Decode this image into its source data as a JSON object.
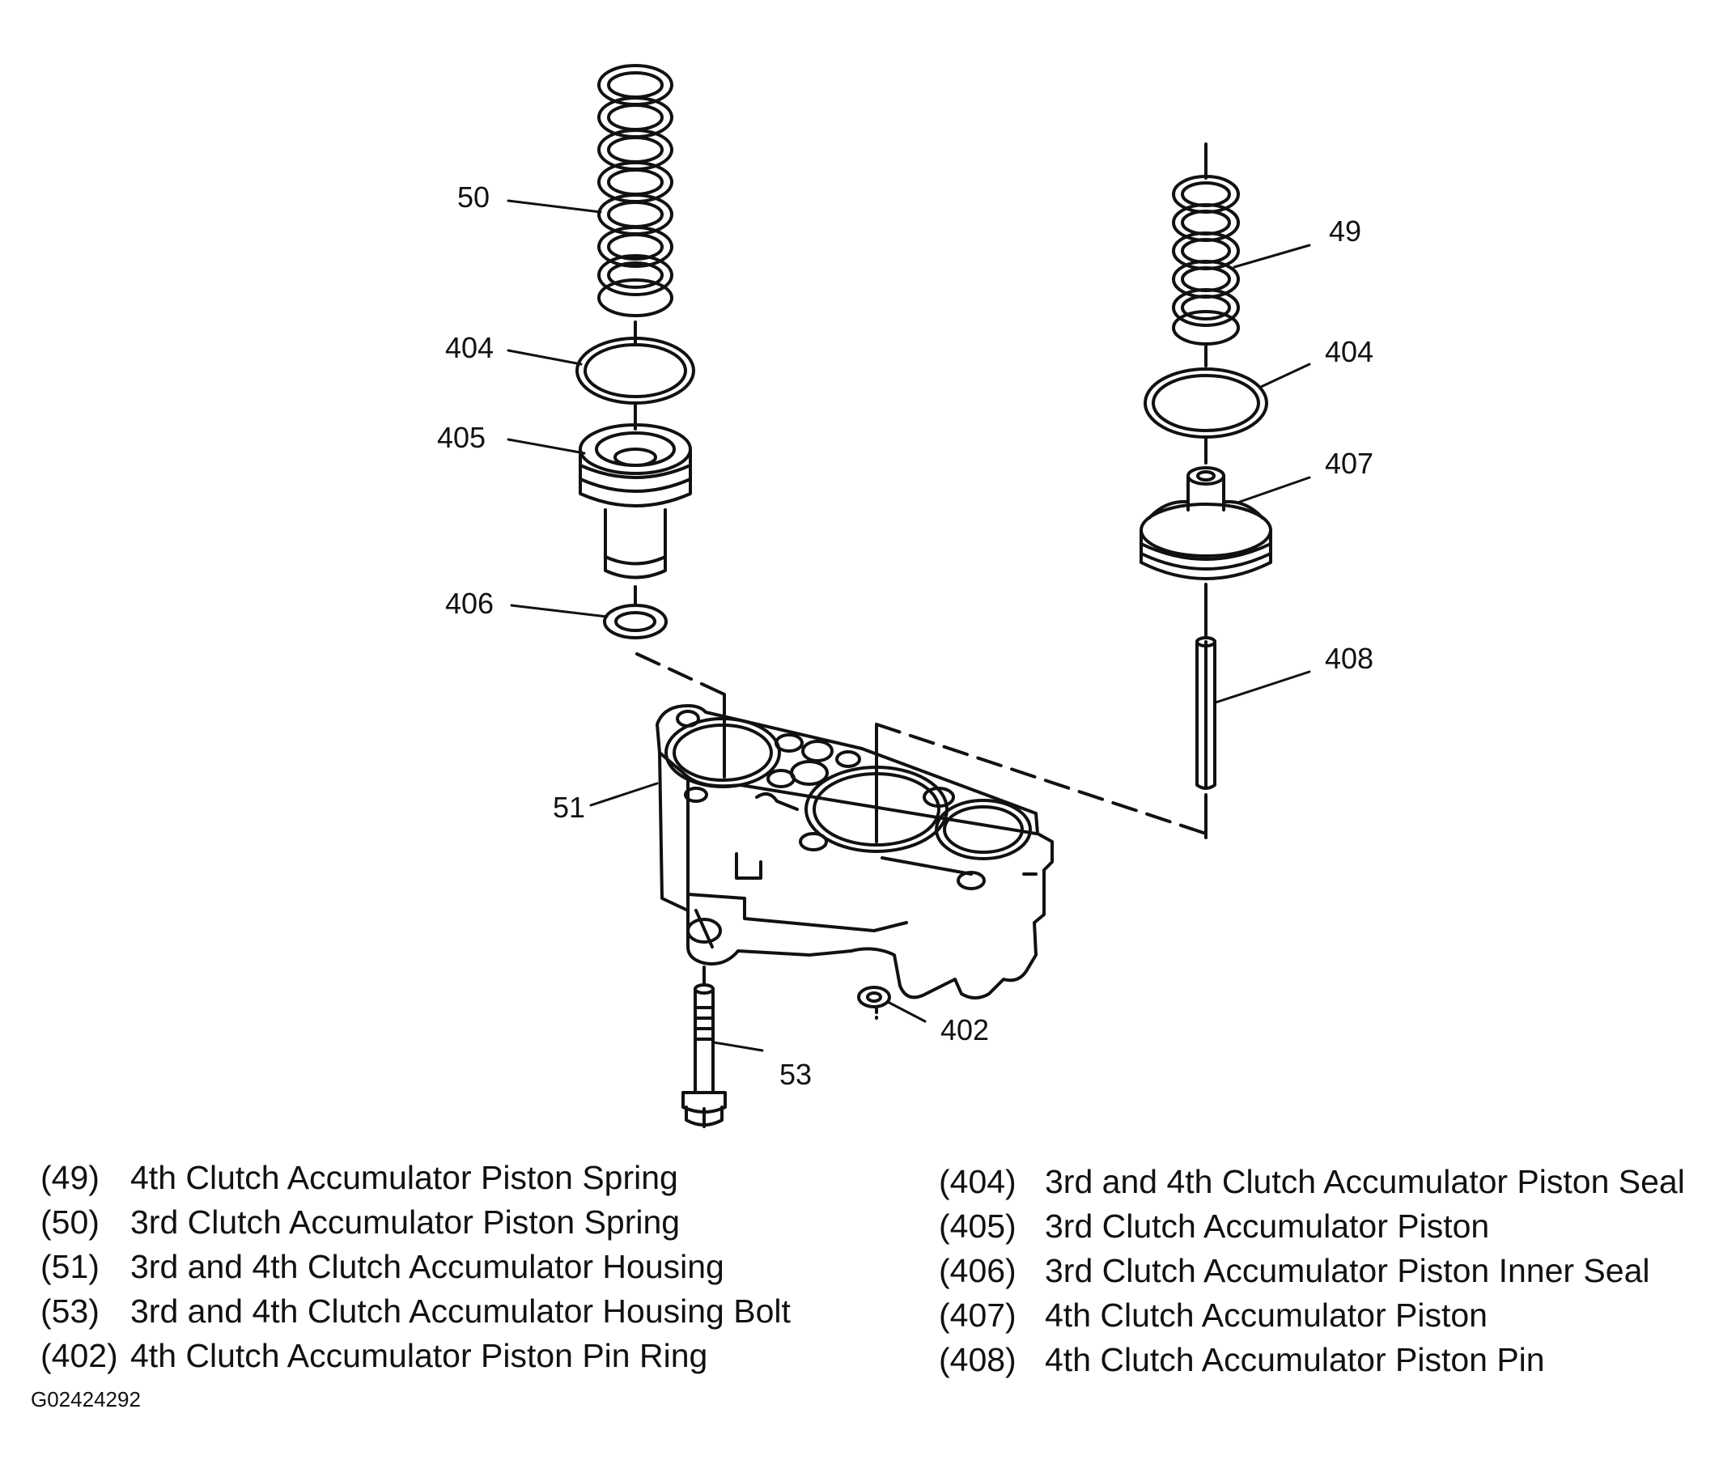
{
  "callouts": {
    "c50": "50",
    "c404a": "404",
    "c405": "405",
    "c406": "406",
    "c49": "49",
    "c404b": "404",
    "c407": "407",
    "c408": "408",
    "c51": "51",
    "c53": "53",
    "c402": "402"
  },
  "legend_left": [
    {
      "number": "(49)",
      "description": "4th Clutch Accumulator Piston Spring"
    },
    {
      "number": "(50)",
      "description": "3rd Clutch Accumulator Piston Spring"
    },
    {
      "number": "(51)",
      "description": "3rd and 4th Clutch Accumulator Housing"
    },
    {
      "number": "(53)",
      "description": "3rd and 4th Clutch Accumulator Housing Bolt"
    },
    {
      "number": "(402)",
      "description": "4th Clutch Accumulator Piston Pin Ring"
    }
  ],
  "legend_right": [
    {
      "number": "(404)",
      "description": "3rd and 4th Clutch Accumulator Piston Seal"
    },
    {
      "number": "(405)",
      "description": "3rd Clutch Accumulator Piston"
    },
    {
      "number": "(406)",
      "description": "3rd Clutch Accumulator Piston Inner Seal"
    },
    {
      "number": "(407)",
      "description": "4th Clutch Accumulator Piston"
    },
    {
      "number": "(408)",
      "description": "4th Clutch Accumulator Piston Pin"
    }
  ],
  "figure_id": "G02424292"
}
